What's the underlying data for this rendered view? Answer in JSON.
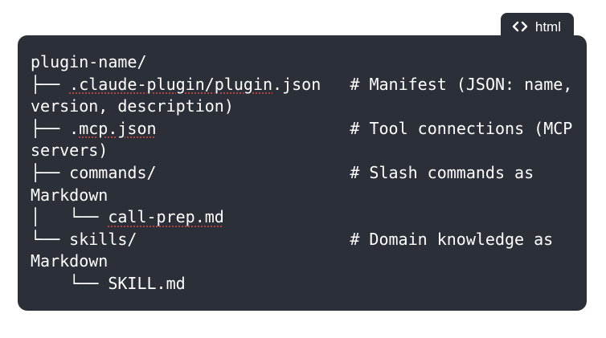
{
  "tab": {
    "icon": "code-icon",
    "label": "html"
  },
  "code_block": {
    "language": "html",
    "lines": [
      {
        "segments": [
          {
            "text": "plugin-name/"
          }
        ]
      },
      {
        "segments": [
          {
            "text": "├── "
          },
          {
            "text": ".claude-plugin/plugin",
            "misspelled": true
          },
          {
            "text": ".json   # Manifest (JSON: name,"
          }
        ]
      },
      {
        "segments": [
          {
            "text": "version, description)"
          }
        ]
      },
      {
        "segments": [
          {
            "text": "├── ."
          },
          {
            "text": "mcp.json",
            "misspelled": true
          },
          {
            "text": "                    # Tool connections (MCP"
          }
        ]
      },
      {
        "segments": [
          {
            "text": "servers)"
          }
        ]
      },
      {
        "segments": [
          {
            "text": "├── commands/                    # Slash commands as"
          }
        ]
      },
      {
        "segments": [
          {
            "text": "Markdown"
          }
        ]
      },
      {
        "segments": [
          {
            "text": "│   └── "
          },
          {
            "text": "call-prep.md",
            "misspelled": true
          }
        ]
      },
      {
        "segments": [
          {
            "text": "└── skills/                      # Domain knowledge as"
          }
        ]
      },
      {
        "segments": [
          {
            "text": "Markdown"
          }
        ]
      },
      {
        "segments": [
          {
            "text": "    └── SKILL.md"
          }
        ]
      }
    ]
  },
  "colors": {
    "block_bg": "#2b2f38",
    "text": "#ffffff",
    "squiggle": "#b5433f",
    "page_bg": "#ffffff"
  }
}
